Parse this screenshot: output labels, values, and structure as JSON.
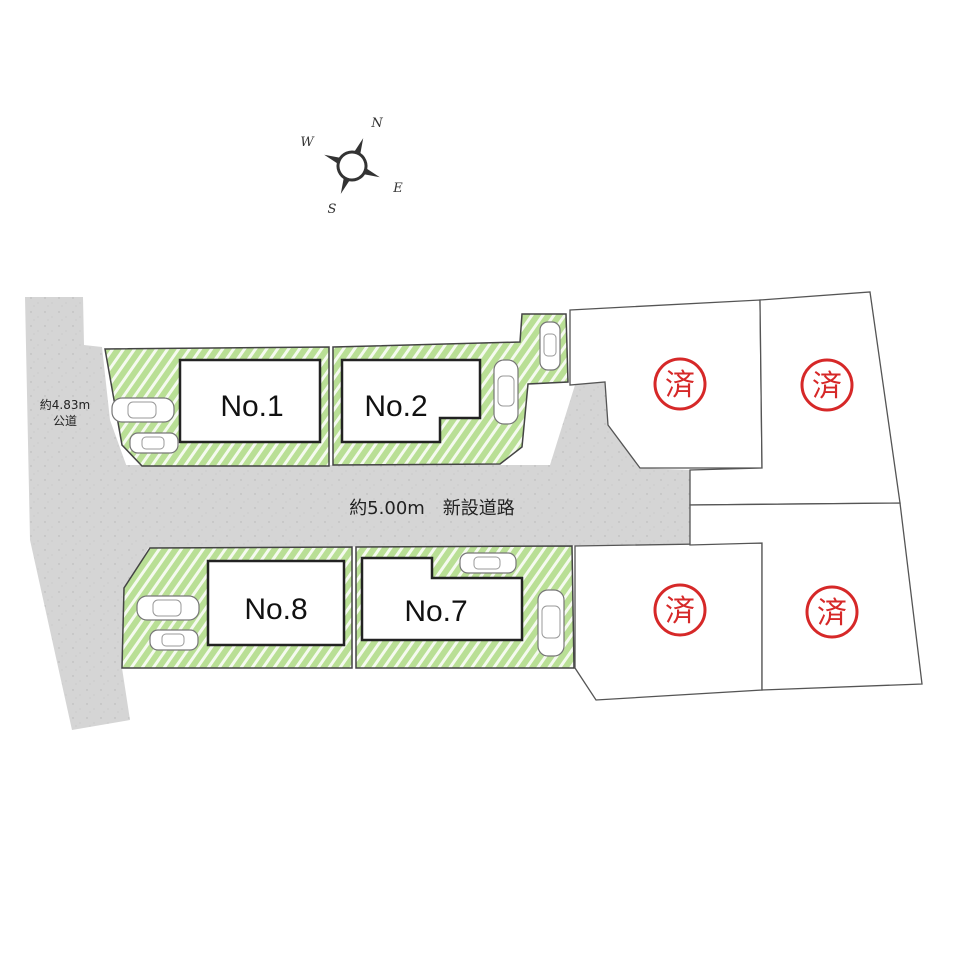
{
  "compass": {
    "north": "N",
    "east": "E",
    "south": "S",
    "west": "W"
  },
  "roads": {
    "public_road_width": "約4.83m",
    "public_road_type": "公道",
    "new_road": "約5.00m　新設道路"
  },
  "lots": [
    {
      "label": "No.1",
      "status": "available"
    },
    {
      "label": "No.2",
      "status": "available"
    },
    {
      "label": "No.8",
      "status": "available"
    },
    {
      "label": "No.7",
      "status": "available"
    }
  ],
  "sold_stamp": "済",
  "sold_lots_count": 4,
  "colors": {
    "road": "#d5d5d5",
    "lot_green": "#b9df95",
    "lot_stripe": "#ffffff",
    "sold_red": "#d62828",
    "outline": "#444444"
  }
}
